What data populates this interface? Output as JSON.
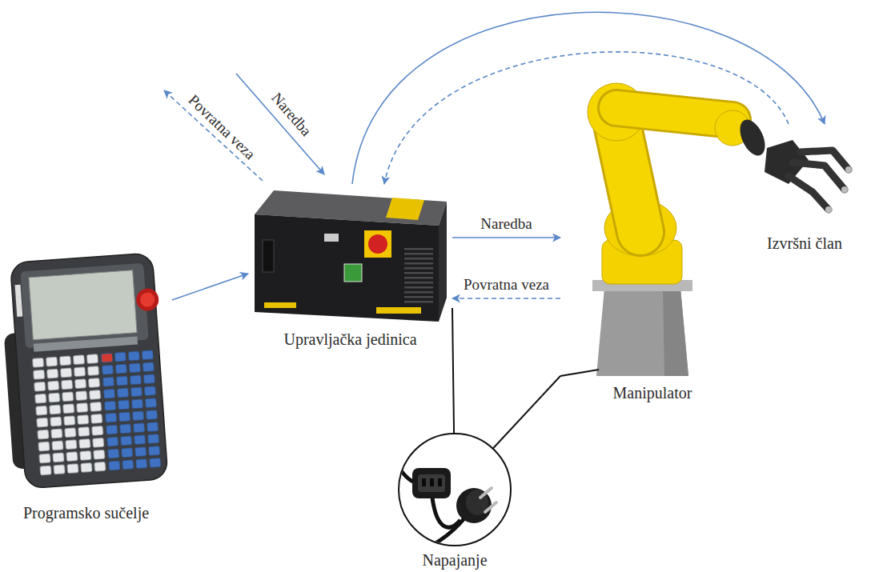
{
  "diagram": {
    "nodes": [
      {
        "text": [
          "Programsko sučelje"
        ]
      },
      {
        "text": [
          "Upravljačka jedinica"
        ]
      },
      {
        "text": [
          "Manipulator"
        ]
      },
      {
        "text": [
          "Izvršni član"
        ]
      },
      {
        "text": [
          "Napajanje"
        ]
      }
    ],
    "edges": [
      {
        "from": 0,
        "to": 1,
        "arrow": "to"
      },
      {
        "from": 1,
        "to": 2,
        "label": "Naredba",
        "arrow": "to"
      },
      {
        "from": 2,
        "to": 1,
        "label": "Povratna veza",
        "arrow": "to"
      },
      {
        "from": 1,
        "to": 3,
        "arrow": "to"
      },
      {
        "from": 3,
        "to": 1,
        "arrow": "to"
      },
      {
        "from": 1,
        "to": 4,
        "arrow": "none"
      },
      {
        "from": 2,
        "to": 4,
        "arrow": "none"
      }
    ],
    "labels": [
      "Naredba",
      "Povratna veza"
    ]
  }
}
